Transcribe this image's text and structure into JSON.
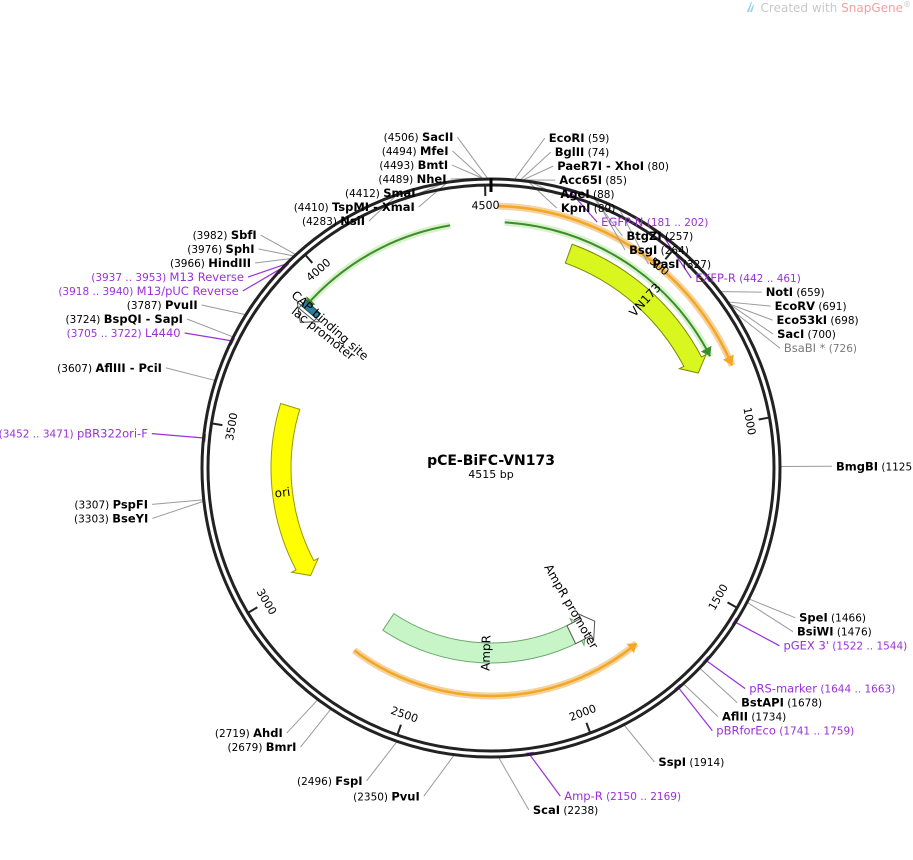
{
  "watermark": {
    "prefix": "Created with ",
    "brand": "SnapGene",
    "suffix": "®"
  },
  "plasmid": {
    "name": "pCE-BiFC-VN173",
    "length_label": "4515 bp",
    "length": 4515
  },
  "ticks": [
    {
      "pos": 500,
      "label": "500"
    },
    {
      "pos": 1000,
      "label": "1000"
    },
    {
      "pos": 1500,
      "label": "1500"
    },
    {
      "pos": 2000,
      "label": "2000"
    },
    {
      "pos": 2500,
      "label": "2500"
    },
    {
      "pos": 3000,
      "label": "3000"
    },
    {
      "pos": 3500,
      "label": "3500"
    },
    {
      "pos": 4000,
      "label": "4000"
    },
    {
      "pos": 4500,
      "label": "4500"
    }
  ],
  "sites": [
    {
      "name": "SacII",
      "num": "(4506)",
      "pos": 4506,
      "side": "left",
      "type": "enzyme"
    },
    {
      "name": "MfeI",
      "num": "(4494)",
      "pos": 4494,
      "side": "left",
      "type": "enzyme"
    },
    {
      "name": "BmtI",
      "num": "(4493)",
      "pos": 4493,
      "side": "left",
      "type": "enzyme"
    },
    {
      "name": "NheI",
      "num": "(4489)",
      "pos": 4489,
      "side": "left",
      "type": "enzyme"
    },
    {
      "name": "SmaI",
      "num": "(4412)",
      "pos": 4412,
      "side": "left",
      "type": "enzyme"
    },
    {
      "name": "TspMI - XmaI",
      "num": "(4410)",
      "pos": 4410,
      "side": "left",
      "type": "enzyme"
    },
    {
      "name": "NsiI",
      "num": "(4283)",
      "pos": 4283,
      "side": "left",
      "type": "enzyme"
    },
    {
      "name": "SbfI",
      "num": "(3982)",
      "pos": 3982,
      "side": "left",
      "type": "enzyme"
    },
    {
      "name": "SphI",
      "num": "(3976)",
      "pos": 3976,
      "side": "left",
      "type": "enzyme"
    },
    {
      "name": "HindIII",
      "num": "(3966)",
      "pos": 3966,
      "side": "left",
      "type": "enzyme"
    },
    {
      "name": "M13 Reverse",
      "num": "(3937 .. 3953)",
      "pos": 3945,
      "side": "left",
      "type": "primer"
    },
    {
      "name": "M13/pUC Reverse",
      "num": "(3918 .. 3940)",
      "pos": 3929,
      "side": "left",
      "type": "primer"
    },
    {
      "name": "PvuII",
      "num": "(3787)",
      "pos": 3787,
      "side": "left",
      "type": "enzyme"
    },
    {
      "name": "BspQI - SapI",
      "num": "(3724)",
      "pos": 3724,
      "side": "left",
      "type": "enzyme"
    },
    {
      "name": "L4440",
      "num": "(3705 .. 3722)",
      "pos": 3713,
      "side": "left",
      "type": "primer"
    },
    {
      "name": "AflIII - PciI",
      "num": "(3607)",
      "pos": 3607,
      "side": "left",
      "type": "enzyme"
    },
    {
      "name": "pBR322ori-F",
      "num": "(3452 .. 3471)",
      "pos": 3461,
      "side": "left",
      "type": "primer"
    },
    {
      "name": "PspFI",
      "num": "(3307)",
      "pos": 3307,
      "side": "left",
      "type": "enzyme"
    },
    {
      "name": "BseYI",
      "num": "(3303)",
      "pos": 3303,
      "side": "left",
      "type": "enzyme"
    },
    {
      "name": "AhdI",
      "num": "(2719)",
      "pos": 2719,
      "side": "left",
      "type": "enzyme"
    },
    {
      "name": "BmrI",
      "num": "(2679)",
      "pos": 2679,
      "side": "left",
      "type": "enzyme"
    },
    {
      "name": "FspI",
      "num": "(2496)",
      "pos": 2496,
      "side": "left",
      "type": "enzyme"
    },
    {
      "name": "PvuI",
      "num": "(2350)",
      "pos": 2350,
      "side": "left",
      "type": "enzyme"
    },
    {
      "name": "ScaI",
      "num": "(2238)",
      "pos": 2238,
      "side": "right",
      "type": "enzyme"
    },
    {
      "name": "Amp-R",
      "num": "(2150 .. 2169)",
      "pos": 2160,
      "side": "right",
      "type": "primer"
    },
    {
      "name": "SspI",
      "num": "(1914)",
      "pos": 1914,
      "side": "right",
      "type": "enzyme"
    },
    {
      "name": "pBRforEco",
      "num": "(1741 .. 1759)",
      "pos": 1750,
      "side": "right",
      "type": "primer"
    },
    {
      "name": "AflII",
      "num": "(1734)",
      "pos": 1734,
      "side": "right",
      "type": "enzyme"
    },
    {
      "name": "BstAPI",
      "num": "(1678)",
      "pos": 1678,
      "side": "right",
      "type": "enzyme"
    },
    {
      "name": "pRS-marker",
      "num": "(1644 .. 1663)",
      "pos": 1653,
      "side": "right",
      "type": "primer"
    },
    {
      "name": "pGEX 3'",
      "num": "(1522 .. 1544)",
      "pos": 1533,
      "side": "right",
      "type": "primer"
    },
    {
      "name": "BsiWI",
      "num": "(1476)",
      "pos": 1476,
      "side": "right",
      "type": "enzyme"
    },
    {
      "name": "SpeI",
      "num": "(1466)",
      "pos": 1466,
      "side": "right",
      "type": "enzyme"
    },
    {
      "name": "BmgBI",
      "num": "(1125)",
      "pos": 1125,
      "side": "right",
      "type": "enzyme"
    },
    {
      "name": "BsaBI *",
      "num": "(726)",
      "pos": 726,
      "side": "right",
      "type": "methyl"
    },
    {
      "name": "SacI",
      "num": "(700)",
      "pos": 700,
      "side": "right",
      "type": "enzyme"
    },
    {
      "name": "Eco53kI",
      "num": "(698)",
      "pos": 698,
      "side": "right",
      "type": "enzyme"
    },
    {
      "name": "EcoRV",
      "num": "(691)",
      "pos": 691,
      "side": "right",
      "type": "enzyme"
    },
    {
      "name": "NotI",
      "num": "(659)",
      "pos": 659,
      "side": "right",
      "type": "enzyme"
    },
    {
      "name": "EXFP-R",
      "num": "(442 .. 461)",
      "pos": 451,
      "side": "right",
      "type": "primer"
    },
    {
      "name": "PasI",
      "num": "(327)",
      "pos": 327,
      "side": "right",
      "type": "enzyme"
    },
    {
      "name": "BsgI",
      "num": "(264)",
      "pos": 264,
      "side": "right",
      "type": "enzyme"
    },
    {
      "name": "BtgZI",
      "num": "(257)",
      "pos": 257,
      "side": "right",
      "type": "enzyme"
    },
    {
      "name": "EGFP-N",
      "num": "(181 .. 202)",
      "pos": 191,
      "side": "right",
      "type": "primer"
    },
    {
      "name": "KpnI",
      "num": "(89)",
      "pos": 89,
      "side": "right",
      "type": "enzyme"
    },
    {
      "name": "AgeI",
      "num": "(88)",
      "pos": 88,
      "side": "right",
      "type": "enzyme"
    },
    {
      "name": "Acc65I",
      "num": "(85)",
      "pos": 85,
      "side": "right",
      "type": "enzyme"
    },
    {
      "name": "PaeR7I - XhoI",
      "num": "(80)",
      "pos": 80,
      "side": "right",
      "type": "enzyme"
    },
    {
      "name": "BglII",
      "num": "(74)",
      "pos": 74,
      "side": "right",
      "type": "enzyme"
    },
    {
      "name": "EcoRI",
      "num": "(59)",
      "pos": 59,
      "side": "right",
      "type": "enzyme"
    }
  ],
  "features": [
    {
      "name": "VN173",
      "start": 250,
      "end": 820,
      "radius": 228,
      "color": "#d9f71e",
      "stroke": "#7a8a00",
      "dir": "cw",
      "kind": "cds"
    },
    {
      "name": "AmpR",
      "start": 1870,
      "end": 2680,
      "radius": 185,
      "color": "#c7f5c7",
      "stroke": "#6aa86a",
      "dir": "ccw",
      "kind": "cds"
    },
    {
      "name": "AmpR promoter",
      "start": 1830,
      "end": 1935,
      "radius": 185,
      "color": "#ffffff",
      "stroke": "#555555",
      "dir": "ccw",
      "kind": "promoter"
    },
    {
      "name": "ori",
      "start": 3000,
      "end": 3600,
      "radius": 210,
      "color": "#ffff00",
      "stroke": "#999900",
      "dir": "ccw",
      "kind": "ori"
    },
    {
      "name": "lac promoter",
      "start": 3855,
      "end": 3885,
      "radius": 240,
      "color": "#ffffff",
      "stroke": "#555555",
      "dir": "ccw",
      "kind": "promoter"
    },
    {
      "name": "CAP binding site",
      "start": 3895,
      "end": 3915,
      "radius": 240,
      "color": "#2e7d99",
      "stroke": "#1a4d5e",
      "dir": "none",
      "kind": "site"
    }
  ],
  "colors": {
    "enzyme": "#000000",
    "primer": "#9b30d9",
    "methyl": "#7a7a7a",
    "line": "#9a9a9a",
    "backbone": "#222222",
    "orf": "#f5a623",
    "green": "#5fbf3f"
  }
}
